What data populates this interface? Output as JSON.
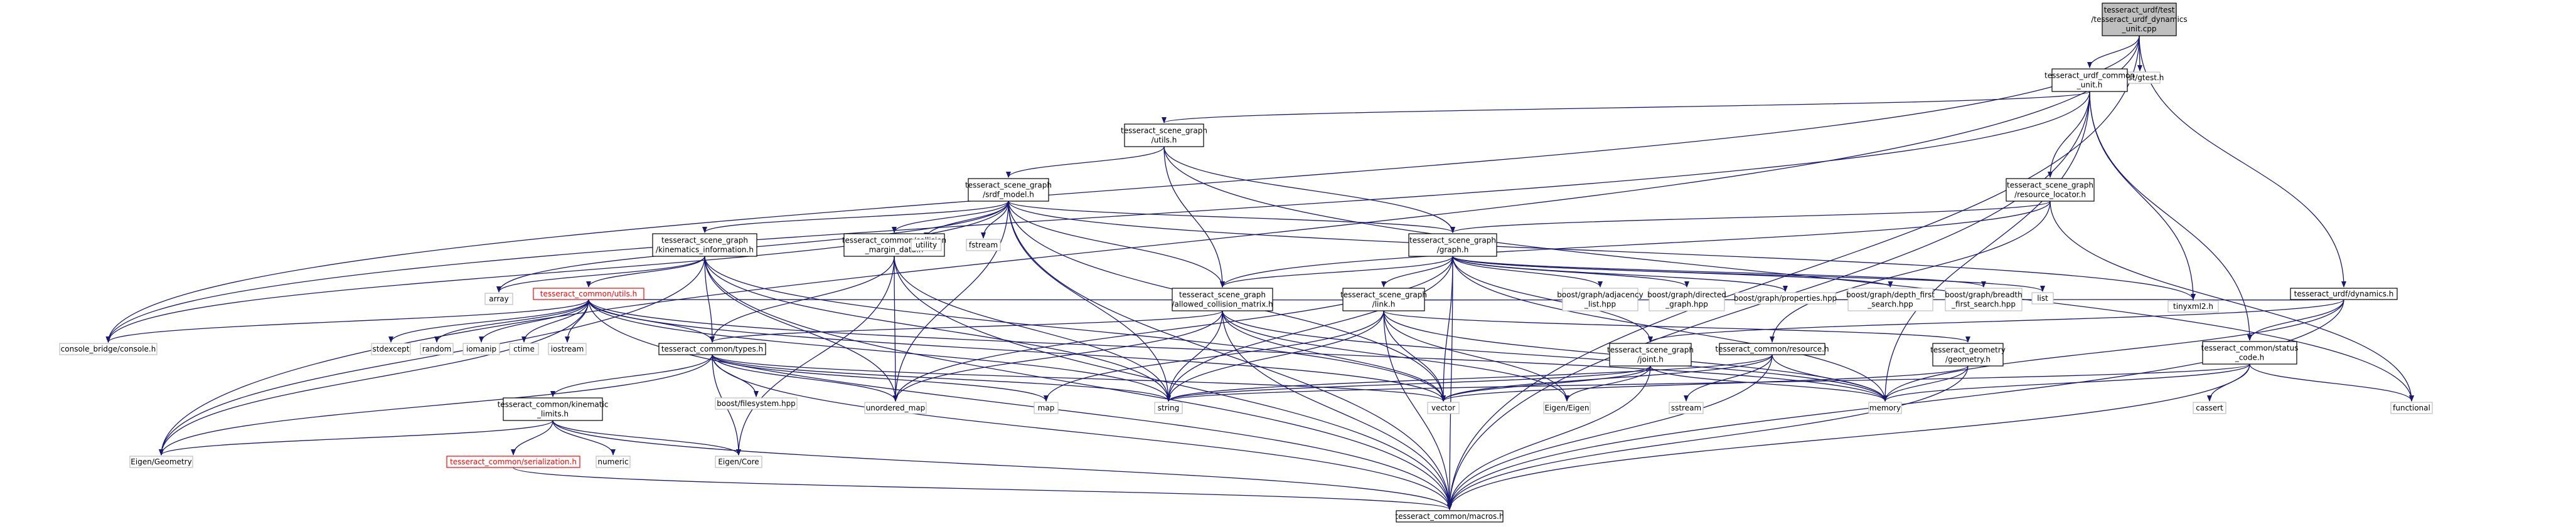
{
  "graph": {
    "colors": {
      "edge": "#191970",
      "node_border": "#000000",
      "external_border": "#bfbfbf",
      "root_fill": "#bfbfbf",
      "incomplete_border": "#ff0000"
    },
    "nodes": [
      {
        "id": "root",
        "lines": [
          "tesseract_urdf/test",
          "/tesseract_urdf_dynamics",
          "_unit.cpp"
        ],
        "kind": "root"
      },
      {
        "id": "gtest",
        "lines": [
          "gtest/gtest.h"
        ],
        "kind": "external"
      },
      {
        "id": "common_unit",
        "lines": [
          "tesseract_urdf_common",
          "_unit.h"
        ],
        "kind": "normal"
      },
      {
        "id": "sg_utils",
        "lines": [
          "tesseract_scene_graph",
          "/utils.h"
        ],
        "kind": "normal"
      },
      {
        "id": "srdf_model",
        "lines": [
          "tesseract_scene_graph",
          "/srdf_model.h"
        ],
        "kind": "normal"
      },
      {
        "id": "resource_locator",
        "lines": [
          "tesseract_scene_graph",
          "/resource_locator.h"
        ],
        "kind": "normal"
      },
      {
        "id": "kin_info",
        "lines": [
          "tesseract_scene_graph",
          "/kinematics_information.h"
        ],
        "kind": "normal"
      },
      {
        "id": "collision_margin",
        "lines": [
          "tesseract_common/collision",
          "_margin_data.h"
        ],
        "kind": "normal"
      },
      {
        "id": "utility",
        "lines": [
          "utility"
        ],
        "kind": "external"
      },
      {
        "id": "fstream",
        "lines": [
          "fstream"
        ],
        "kind": "external"
      },
      {
        "id": "sg_graph",
        "lines": [
          "tesseract_scene_graph",
          "/graph.h"
        ],
        "kind": "normal"
      },
      {
        "id": "urdf_dynamics",
        "lines": [
          "tesseract_urdf/dynamics.h"
        ],
        "kind": "normal"
      },
      {
        "id": "array",
        "lines": [
          "array"
        ],
        "kind": "external"
      },
      {
        "id": "common_utils",
        "lines": [
          "tesseract_common/utils.h"
        ],
        "kind": "incomplete"
      },
      {
        "id": "acm",
        "lines": [
          "tesseract_scene_graph",
          "/allowed_collision_matrix.h"
        ],
        "kind": "normal"
      },
      {
        "id": "sg_link",
        "lines": [
          "tesseract_scene_graph",
          "/link.h"
        ],
        "kind": "normal"
      },
      {
        "id": "bg_adjacency",
        "lines": [
          "boost/graph/adjacency",
          "_list.hpp"
        ],
        "kind": "external"
      },
      {
        "id": "bg_directed",
        "lines": [
          "boost/graph/directed",
          "_graph.hpp"
        ],
        "kind": "external"
      },
      {
        "id": "bg_properties",
        "lines": [
          "boost/graph/properties.hpp"
        ],
        "kind": "external"
      },
      {
        "id": "bg_dfs",
        "lines": [
          "boost/graph/depth_first",
          "_search.hpp"
        ],
        "kind": "external"
      },
      {
        "id": "bg_bfs",
        "lines": [
          "boost/graph/breadth",
          "_first_search.hpp"
        ],
        "kind": "external"
      },
      {
        "id": "list",
        "lines": [
          "list"
        ],
        "kind": "external"
      },
      {
        "id": "tinyxml2",
        "lines": [
          "tinyxml2.h"
        ],
        "kind": "external"
      },
      {
        "id": "status_code",
        "lines": [
          "tesseract_common/status",
          "_code.h"
        ],
        "kind": "normal"
      },
      {
        "id": "console_bridge",
        "lines": [
          "console_bridge/console.h"
        ],
        "kind": "external"
      },
      {
        "id": "stdexcept",
        "lines": [
          "stdexcept"
        ],
        "kind": "external"
      },
      {
        "id": "random",
        "lines": [
          "random"
        ],
        "kind": "external"
      },
      {
        "id": "iomanip",
        "lines": [
          "iomanip"
        ],
        "kind": "external"
      },
      {
        "id": "ctime",
        "lines": [
          "ctime"
        ],
        "kind": "external"
      },
      {
        "id": "iostream",
        "lines": [
          "iostream"
        ],
        "kind": "external"
      },
      {
        "id": "common_types",
        "lines": [
          "tesseract_common/types.h"
        ],
        "kind": "normal"
      },
      {
        "id": "sg_joint",
        "lines": [
          "tesseract_scene_graph",
          "/joint.h"
        ],
        "kind": "normal"
      },
      {
        "id": "common_resource",
        "lines": [
          "tesseract_common/resource.h"
        ],
        "kind": "normal"
      },
      {
        "id": "geometry",
        "lines": [
          "tesseract_geometry",
          "/geometry.h"
        ],
        "kind": "normal"
      },
      {
        "id": "kin_limits",
        "lines": [
          "tesseract_common/kinematic",
          "_limits.h"
        ],
        "kind": "normal"
      },
      {
        "id": "boost_fs",
        "lines": [
          "boost/filesystem.hpp"
        ],
        "kind": "external"
      },
      {
        "id": "unordered_map",
        "lines": [
          "unordered_map"
        ],
        "kind": "external"
      },
      {
        "id": "map",
        "lines": [
          "map"
        ],
        "kind": "external"
      },
      {
        "id": "string",
        "lines": [
          "string"
        ],
        "kind": "external"
      },
      {
        "id": "vector",
        "lines": [
          "vector"
        ],
        "kind": "external"
      },
      {
        "id": "eigen_eigen",
        "lines": [
          "Eigen/Eigen"
        ],
        "kind": "external"
      },
      {
        "id": "sstream",
        "lines": [
          "sstream"
        ],
        "kind": "external"
      },
      {
        "id": "memory",
        "lines": [
          "memory"
        ],
        "kind": "external"
      },
      {
        "id": "cassert",
        "lines": [
          "cassert"
        ],
        "kind": "external"
      },
      {
        "id": "functional",
        "lines": [
          "functional"
        ],
        "kind": "external"
      },
      {
        "id": "eigen_geometry",
        "lines": [
          "Eigen/Geometry"
        ],
        "kind": "external"
      },
      {
        "id": "serialization",
        "lines": [
          "tesseract_common/serialization.h"
        ],
        "kind": "incomplete"
      },
      {
        "id": "numeric",
        "lines": [
          "numeric"
        ],
        "kind": "external"
      },
      {
        "id": "eigen_core",
        "lines": [
          "Eigen/Core"
        ],
        "kind": "external"
      },
      {
        "id": "macros",
        "lines": [
          "tesseract_common/macros.h"
        ],
        "kind": "normal"
      }
    ],
    "edges": [
      [
        "root",
        "gtest"
      ],
      [
        "root",
        "common_unit"
      ],
      [
        "root",
        "urdf_dynamics"
      ],
      [
        "root",
        "console_bridge"
      ],
      [
        "root",
        "eigen_geometry"
      ],
      [
        "root",
        "macros"
      ],
      [
        "common_unit",
        "sg_utils"
      ],
      [
        "common_unit",
        "resource_locator"
      ],
      [
        "common_unit",
        "console_bridge"
      ],
      [
        "common_unit",
        "tinyxml2"
      ],
      [
        "common_unit",
        "status_code"
      ],
      [
        "common_unit",
        "memory"
      ],
      [
        "common_unit",
        "macros"
      ],
      [
        "sg_utils",
        "srdf_model"
      ],
      [
        "sg_utils",
        "sg_graph"
      ],
      [
        "sg_utils",
        "acm"
      ],
      [
        "sg_utils",
        "functional"
      ],
      [
        "srdf_model",
        "kin_info"
      ],
      [
        "srdf_model",
        "collision_margin"
      ],
      [
        "srdf_model",
        "utility"
      ],
      [
        "srdf_model",
        "fstream"
      ],
      [
        "srdf_model",
        "sg_graph"
      ],
      [
        "srdf_model",
        "acm"
      ],
      [
        "srdf_model",
        "array"
      ],
      [
        "srdf_model",
        "console_bridge"
      ],
      [
        "srdf_model",
        "tinyxml2"
      ],
      [
        "srdf_model",
        "unordered_map"
      ],
      [
        "srdf_model",
        "string"
      ],
      [
        "srdf_model",
        "vector"
      ],
      [
        "srdf_model",
        "macros"
      ],
      [
        "resource_locator",
        "sg_graph"
      ],
      [
        "resource_locator",
        "common_resource"
      ],
      [
        "resource_locator",
        "acm"
      ],
      [
        "resource_locator",
        "functional"
      ],
      [
        "kin_info",
        "common_utils"
      ],
      [
        "kin_info",
        "common_types"
      ],
      [
        "kin_info",
        "array"
      ],
      [
        "kin_info",
        "eigen_geometry"
      ],
      [
        "kin_info",
        "unordered_map"
      ],
      [
        "kin_info",
        "string"
      ],
      [
        "kin_info",
        "vector"
      ],
      [
        "kin_info",
        "macros"
      ],
      [
        "collision_margin",
        "common_types"
      ],
      [
        "collision_margin",
        "eigen_core"
      ],
      [
        "collision_margin",
        "unordered_map"
      ],
      [
        "collision_margin",
        "string"
      ],
      [
        "collision_margin",
        "macros"
      ],
      [
        "sg_graph",
        "acm"
      ],
      [
        "sg_graph",
        "sg_link"
      ],
      [
        "sg_graph",
        "sg_joint"
      ],
      [
        "sg_graph",
        "bg_adjacency"
      ],
      [
        "sg_graph",
        "bg_directed"
      ],
      [
        "sg_graph",
        "bg_properties"
      ],
      [
        "sg_graph",
        "bg_dfs"
      ],
      [
        "sg_graph",
        "bg_bfs"
      ],
      [
        "sg_graph",
        "list"
      ],
      [
        "sg_graph",
        "string"
      ],
      [
        "sg_graph",
        "vector"
      ],
      [
        "sg_graph",
        "memory"
      ],
      [
        "sg_graph",
        "unordered_map"
      ],
      [
        "sg_graph",
        "macros"
      ],
      [
        "urdf_dynamics",
        "tinyxml2"
      ],
      [
        "urdf_dynamics",
        "status_code"
      ],
      [
        "urdf_dynamics",
        "sg_joint"
      ],
      [
        "urdf_dynamics",
        "memory"
      ],
      [
        "urdf_dynamics",
        "macros"
      ],
      [
        "common_utils",
        "console_bridge"
      ],
      [
        "common_utils",
        "stdexcept"
      ],
      [
        "common_utils",
        "random"
      ],
      [
        "common_utils",
        "iomanip"
      ],
      [
        "common_utils",
        "ctime"
      ],
      [
        "common_utils",
        "iostream"
      ],
      [
        "common_utils",
        "common_types"
      ],
      [
        "common_utils",
        "tinyxml2"
      ],
      [
        "common_utils",
        "eigen_geometry"
      ],
      [
        "common_utils",
        "vector"
      ],
      [
        "common_utils",
        "string"
      ],
      [
        "common_utils",
        "memory"
      ],
      [
        "common_utils",
        "macros"
      ],
      [
        "acm",
        "common_types"
      ],
      [
        "acm",
        "unordered_map"
      ],
      [
        "acm",
        "string"
      ],
      [
        "acm",
        "vector"
      ],
      [
        "acm",
        "eigen_eigen"
      ],
      [
        "acm",
        "memory"
      ],
      [
        "acm",
        "macros"
      ],
      [
        "sg_link",
        "geometry"
      ],
      [
        "sg_link",
        "eigen_eigen"
      ],
      [
        "sg_link",
        "string"
      ],
      [
        "sg_link",
        "vector"
      ],
      [
        "sg_link",
        "memory"
      ],
      [
        "sg_link",
        "map"
      ],
      [
        "sg_link",
        "macros"
      ],
      [
        "status_code",
        "memory"
      ],
      [
        "status_code",
        "cassert"
      ],
      [
        "status_code",
        "functional"
      ],
      [
        "status_code",
        "string"
      ],
      [
        "status_code",
        "macros"
      ],
      [
        "common_types",
        "kin_limits"
      ],
      [
        "common_types",
        "boost_fs"
      ],
      [
        "common_types",
        "unordered_map"
      ],
      [
        "common_types",
        "map"
      ],
      [
        "common_types",
        "string"
      ],
      [
        "common_types",
        "vector"
      ],
      [
        "common_types",
        "eigen_geometry"
      ],
      [
        "common_types",
        "eigen_core"
      ],
      [
        "common_types",
        "macros"
      ],
      [
        "sg_joint",
        "eigen_eigen"
      ],
      [
        "sg_joint",
        "string"
      ],
      [
        "sg_joint",
        "vector"
      ],
      [
        "sg_joint",
        "memory"
      ],
      [
        "sg_joint",
        "macros"
      ],
      [
        "common_resource",
        "sstream"
      ],
      [
        "common_resource",
        "vector"
      ],
      [
        "common_resource",
        "string"
      ],
      [
        "common_resource",
        "memory"
      ],
      [
        "common_resource",
        "macros"
      ],
      [
        "geometry",
        "memory"
      ],
      [
        "geometry",
        "vector"
      ],
      [
        "geometry",
        "macros"
      ],
      [
        "kin_limits",
        "serialization"
      ],
      [
        "kin_limits",
        "numeric"
      ],
      [
        "kin_limits",
        "eigen_core"
      ],
      [
        "kin_limits",
        "eigen_geometry"
      ],
      [
        "kin_limits",
        "macros"
      ],
      [
        "serialization",
        "macros"
      ]
    ]
  }
}
